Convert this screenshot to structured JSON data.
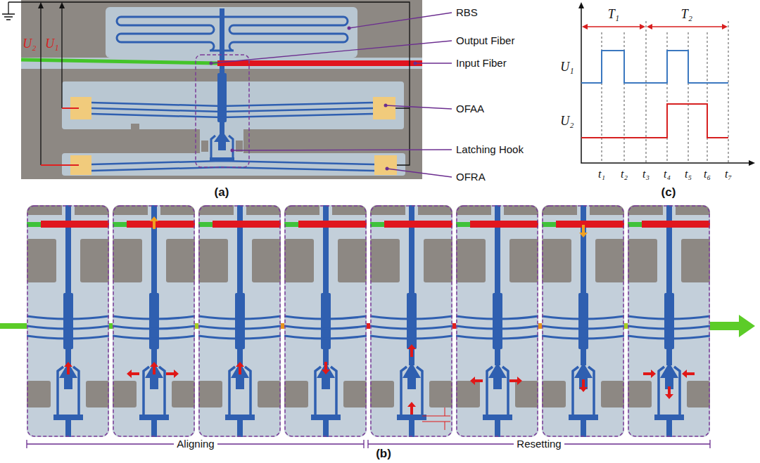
{
  "diagram": {
    "labels": [
      "U₂",
      "U₁",
      "RBS",
      "Output Fiber",
      "Input Fiber",
      "OFAA",
      "Latching Hook",
      "OFRA",
      "(a)",
      "T₁",
      "T₂",
      "U₁",
      "U₂",
      "t₁",
      "t₂",
      "t₃",
      "t₄",
      "t₅",
      "t₆",
      "t₇",
      "(c)",
      "Aligning",
      "Resetting",
      "(b)"
    ]
  }
}
